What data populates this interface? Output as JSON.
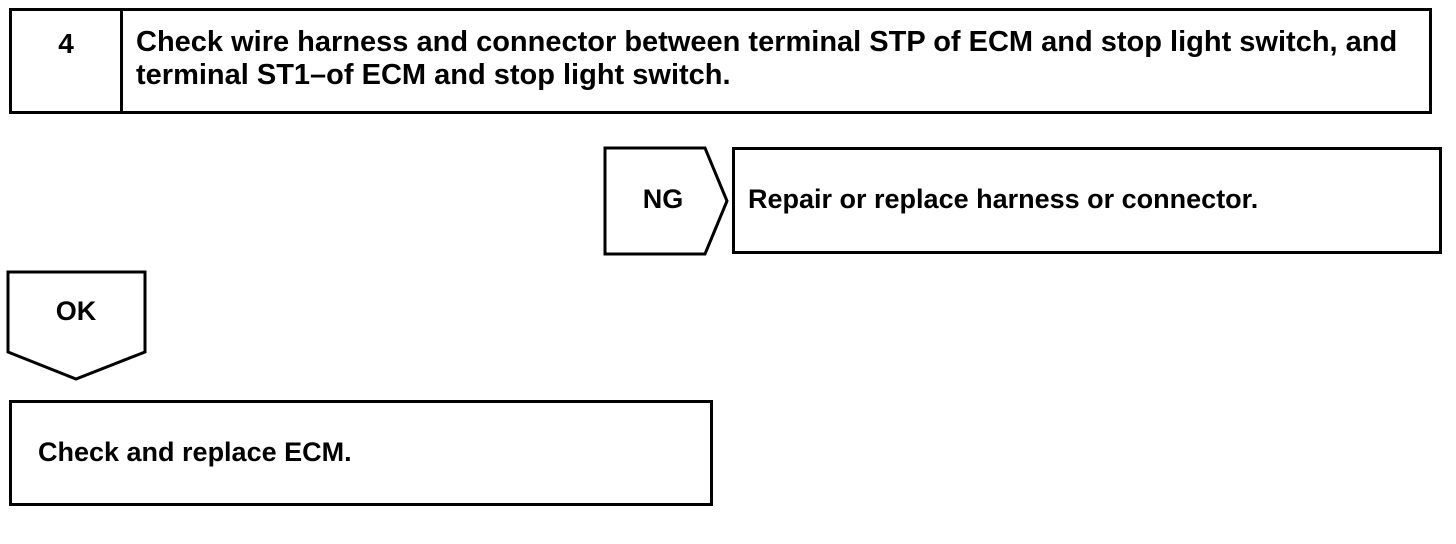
{
  "step": {
    "number": "4",
    "title": "Check wire harness and connector between terminal STP of ECM and stop light switch, and terminal ST1–of ECM and stop light switch."
  },
  "ng_branch": {
    "label": "NG",
    "action": "Repair or replace harness or connector."
  },
  "ok_branch": {
    "label": "OK",
    "action": "Check and replace ECM."
  }
}
